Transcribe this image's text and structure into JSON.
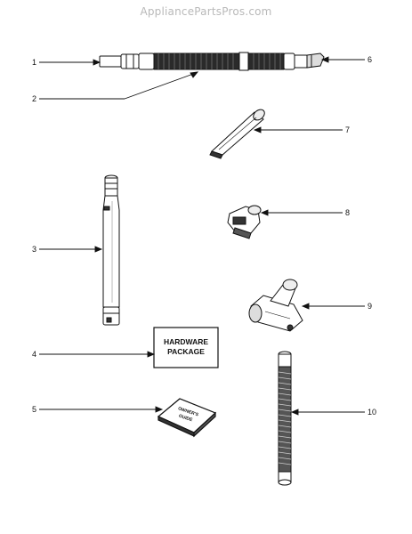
{
  "watermark": "AppliancePartsPros.com",
  "callouts": {
    "c1": "1",
    "c2": "2",
    "c3": "3",
    "c4": "4",
    "c5": "5",
    "c6": "6",
    "c7": "7",
    "c8": "8",
    "c9": "9",
    "c10": "10"
  },
  "hardware_package": {
    "line1": "HARDWARE",
    "line2": "PACKAGE"
  },
  "owners_guide": {
    "line1": "OWNER'S",
    "line2": "GUIDE"
  }
}
